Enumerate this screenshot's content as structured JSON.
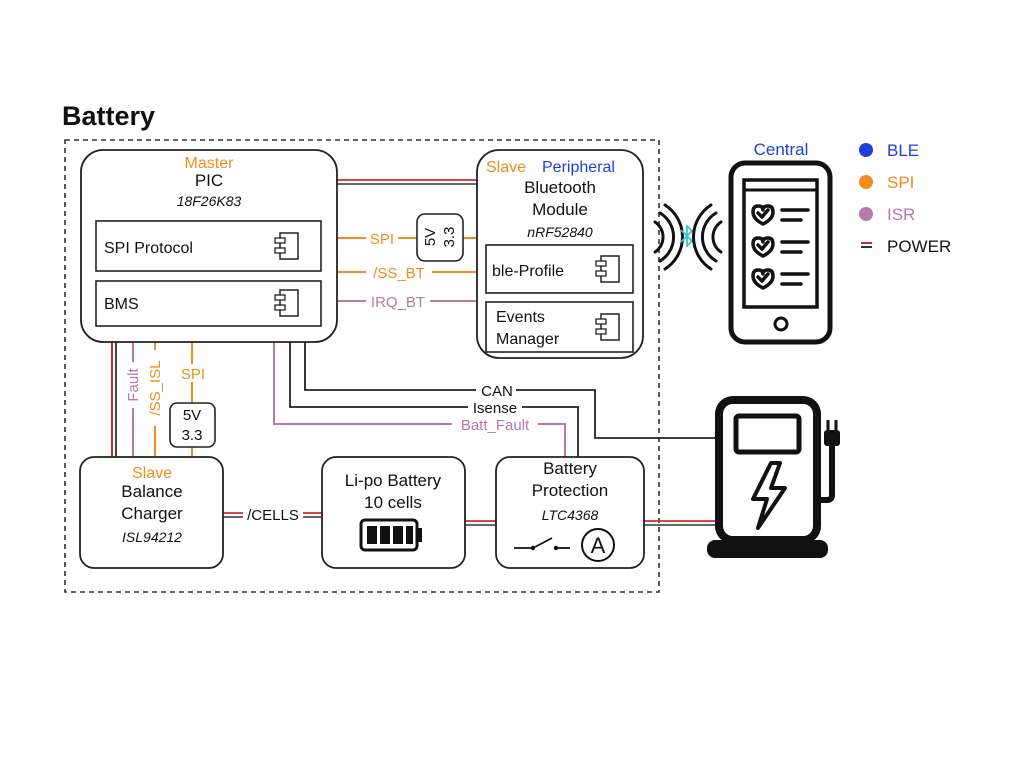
{
  "title": "Battery",
  "colors": {
    "ble": "#1f3fd8",
    "spi": "#f28c1c",
    "isr": "#b87aa8",
    "power": "#d42a2a",
    "ink": "#111111",
    "bt_glyph": "#39c4d6"
  },
  "pic": {
    "role": "Master",
    "name": "PIC",
    "part": "18F26K83",
    "blocks": [
      "SPI Protocol",
      "BMS"
    ]
  },
  "bluetooth": {
    "role": "Slave",
    "role2": "Peripheral",
    "name_line1": "Bluetooth",
    "name_line2": "Module",
    "part": "nRF52840",
    "blocks": [
      "ble-Profile"
    ],
    "events_line1": "Events",
    "events_line2": "Manager"
  },
  "regulator_top": {
    "line1": "5V",
    "line2": "3.3"
  },
  "regulator_left": {
    "line1": "5V",
    "line2": "3.3"
  },
  "signals": {
    "spi": "SPI",
    "ss_bt": "/SS_BT",
    "irq_bt": "IRQ_BT",
    "fault": "Fault",
    "ss_isl": "/SS_ISL",
    "spi_left": "SPI",
    "can": "CAN",
    "isense": "Isense",
    "batt_fault": "Batt_Fault",
    "cells": "/CELLS"
  },
  "balance_charger": {
    "role": "Slave",
    "line1": "Balance",
    "line2": "Charger",
    "part": "ISL94212"
  },
  "lipo": {
    "line1": "Li-po Battery",
    "line2": "10 cells"
  },
  "protection": {
    "line1": "Battery",
    "line2": "Protection",
    "part": "LTC4368",
    "ammeter": "A"
  },
  "central": {
    "label": "Central"
  },
  "legend": [
    {
      "label": "BLE",
      "color_key": "ble",
      "marker": "dot"
    },
    {
      "label": "SPI",
      "color_key": "spi",
      "marker": "dot"
    },
    {
      "label": "ISR",
      "color_key": "isr",
      "marker": "dot"
    },
    {
      "label": "POWER",
      "color_key": "power",
      "marker": "line"
    }
  ],
  "icons": [
    "bluetooth-icon",
    "smartphone-icon",
    "charging-station-icon",
    "battery-icon",
    "switch-icon",
    "ammeter-icon",
    "component-icon"
  ]
}
